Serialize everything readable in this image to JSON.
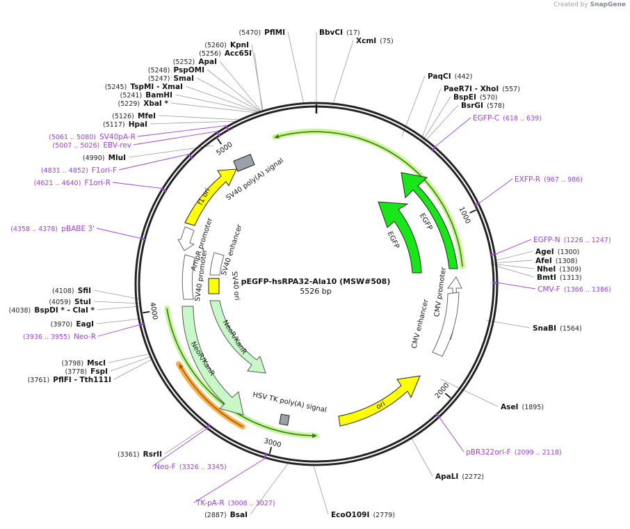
{
  "credit": {
    "prefix": "Created by",
    "brand": "SnapGene"
  },
  "plasmid": {
    "name": "pEGFP-hsRPA32-Ala10 (MSW#508)",
    "size_label": "5526 bp",
    "length": 5526
  },
  "ticks": [
    {
      "pos": 1000,
      "label": "1000"
    },
    {
      "pos": 2000,
      "label": "2000"
    },
    {
      "pos": 3000,
      "label": "3000"
    },
    {
      "pos": 4000,
      "label": "4000"
    },
    {
      "pos": 5000,
      "label": "5000"
    }
  ],
  "enzymes": [
    {
      "id": "pflmi",
      "name": "PflMI",
      "pos_label": "(5470)",
      "pos": 5470
    },
    {
      "id": "bbvci",
      "name": "BbvCI",
      "pos_label": "(17)",
      "pos": 17
    },
    {
      "id": "xcmi",
      "name": "XcmI",
      "pos_label": "(75)",
      "pos": 75
    },
    {
      "id": "kpni",
      "name": "KpnI",
      "pos_label": "(5260)",
      "pos": 5260
    },
    {
      "id": "acc65i",
      "name": "Acc65I",
      "pos_label": "(5256)",
      "pos": 5256
    },
    {
      "id": "apai",
      "name": "ApaI",
      "pos_label": "(5252)",
      "pos": 5252
    },
    {
      "id": "pspomi",
      "name": "PspOMI",
      "pos_label": "(5248)",
      "pos": 5248
    },
    {
      "id": "smai",
      "name": "SmaI",
      "pos_label": "(5247)",
      "pos": 5247
    },
    {
      "id": "tspmi",
      "name": "TspMI  -  XmaI",
      "pos_label": "(5245)",
      "pos": 5245
    },
    {
      "id": "bamhi",
      "name": "BamHI",
      "pos_label": "(5241)",
      "pos": 5241
    },
    {
      "id": "xbai",
      "name": "XbaI  *",
      "pos_label": "(5229)",
      "pos": 5229
    },
    {
      "id": "mfei",
      "name": "MfeI",
      "pos_label": "(5126)",
      "pos": 5126
    },
    {
      "id": "hpai",
      "name": "HpaI",
      "pos_label": "(5117)",
      "pos": 5117
    },
    {
      "id": "mlui",
      "name": "MluI",
      "pos_label": "(4990)",
      "pos": 4990
    },
    {
      "id": "paqci",
      "name": "PaqCI",
      "pos_label": "(442)",
      "pos": 442
    },
    {
      "id": "paer7i",
      "name": "PaeR7I  -  XhoI",
      "pos_label": "(557)",
      "pos": 557
    },
    {
      "id": "bspei",
      "name": "BspEI",
      "pos_label": "(570)",
      "pos": 570
    },
    {
      "id": "bsrgi",
      "name": "BsrGI",
      "pos_label": "(578)",
      "pos": 578
    },
    {
      "id": "agei",
      "name": "AgeI",
      "pos_label": "(1300)",
      "pos": 1300
    },
    {
      "id": "afei",
      "name": "AfeI",
      "pos_label": "(1308)",
      "pos": 1308
    },
    {
      "id": "nhei",
      "name": "NheI",
      "pos_label": "(1309)",
      "pos": 1309
    },
    {
      "id": "bmti",
      "name": "BmtI",
      "pos_label": "(1313)",
      "pos": 1313
    },
    {
      "id": "snabi",
      "name": "SnaBI",
      "pos_label": "(1564)",
      "pos": 1564
    },
    {
      "id": "asei",
      "name": "AseI",
      "pos_label": "(1895)",
      "pos": 1895
    },
    {
      "id": "apali",
      "name": "ApaLI",
      "pos_label": "(2272)",
      "pos": 2272
    },
    {
      "id": "ecoo109i",
      "name": "EcoO109I",
      "pos_label": "(2779)",
      "pos": 2779
    },
    {
      "id": "bsai",
      "name": "BsaI",
      "pos_label": "(2887)",
      "pos": 2887
    },
    {
      "id": "rsrii",
      "name": "RsrII",
      "pos_label": "(3361)",
      "pos": 3361
    },
    {
      "id": "mscI",
      "name": "MscI",
      "pos_label": "(3798)",
      "pos": 3798
    },
    {
      "id": "fspi",
      "name": "FspI",
      "pos_label": "(3778)",
      "pos": 3778
    },
    {
      "id": "pflfi",
      "name": "PflFI  -  Tth111I",
      "pos_label": "(3761)",
      "pos": 3761
    },
    {
      "id": "eagi",
      "name": "EagI",
      "pos_label": "(3970)",
      "pos": 3970
    },
    {
      "id": "bspdi",
      "name": "BspDI *  -  ClaI *",
      "pos_label": "(4038)",
      "pos": 4038
    },
    {
      "id": "stui",
      "name": "StuI",
      "pos_label": "(4059)",
      "pos": 4059
    },
    {
      "id": "sfii",
      "name": "SfiI",
      "pos_label": "(4108)",
      "pos": 4108
    }
  ],
  "primers": [
    {
      "id": "sv40pa-r",
      "name": "SV40pA-R",
      "range_label": "(5061 .. 5080)",
      "pos": 5070
    },
    {
      "id": "ebv-rev",
      "name": "EBV-rev",
      "range_label": "(5007 .. 5026)",
      "pos": 5016
    },
    {
      "id": "f1ori-f",
      "name": "F1ori-F",
      "range_label": "(4831 .. 4852)",
      "pos": 4841
    },
    {
      "id": "f1ori-r",
      "name": "F1ori-R",
      "range_label": "(4621 .. 4640)",
      "pos": 4630
    },
    {
      "id": "pbabe3",
      "name": "pBABE 3'",
      "range_label": "(4358 .. 4378)",
      "pos": 4368
    },
    {
      "id": "egfp-c",
      "name": "EGFP-C",
      "range_label": "(618 .. 639)",
      "pos": 628
    },
    {
      "id": "exfp-r",
      "name": "EXFP-R",
      "range_label": "(967 .. 986)",
      "pos": 976
    },
    {
      "id": "egfp-n",
      "name": "EGFP-N",
      "range_label": "(1226 .. 1247)",
      "pos": 1236
    },
    {
      "id": "cmv-f",
      "name": "CMV-F",
      "range_label": "(1366 .. 1386)",
      "pos": 1376
    },
    {
      "id": "pbr322ori-f",
      "name": "pBR322ori-F",
      "range_label": "(2099 .. 2118)",
      "pos": 2108
    },
    {
      "id": "tk-pa-r",
      "name": "TK-pA-R",
      "range_label": "(3008 .. 3027)",
      "pos": 3017
    },
    {
      "id": "neo-f",
      "name": "Neo-F",
      "range_label": "(3326 .. 3345)",
      "pos": 3335
    },
    {
      "id": "neo-r",
      "name": "Neo-R",
      "range_label": "(3936 .. 3955)",
      "pos": 3945
    }
  ],
  "features": [
    {
      "id": "f1-ori",
      "name": "f1 ori"
    },
    {
      "id": "sv40-polya",
      "name": "SV40 poly(A) signal"
    },
    {
      "id": "ampr-promoter",
      "name": "AmpR promoter"
    },
    {
      "id": "sv40-promoter",
      "name": "SV40 promoter"
    },
    {
      "id": "sv40-enhancer",
      "name": "SV40 enhancer"
    },
    {
      "id": "sv40-ori",
      "name": "SV40 ori"
    },
    {
      "id": "neor-kanr-inner",
      "name": "NeoR/KanR"
    },
    {
      "id": "neor-kanr-outer",
      "name": "NeoR/KanR"
    },
    {
      "id": "hsv-tk-polya",
      "name": "HSV TK poly(A) signal"
    },
    {
      "id": "ori",
      "name": "ori"
    },
    {
      "id": "cmv-enhancer",
      "name": "CMV enhancer"
    },
    {
      "id": "cmv-promoter",
      "name": "CMV promoter"
    },
    {
      "id": "egfp-inner",
      "name": "EGFP"
    },
    {
      "id": "egfp-outer",
      "name": "EGFP"
    }
  ],
  "colors": {
    "backbone": "#222222",
    "primer": "#9c3fd6",
    "egfp": "#19e619",
    "yellow": "#ffff00",
    "neo": "#c8f7c8",
    "promoter": "#ffffff",
    "polya": "#9aa1a8",
    "orf_arrow": "#6aaa20",
    "orf_glow_green": "#c8f58a",
    "orf_glow_orange": "#f6b04a",
    "orf_orange": "#cf6f10"
  }
}
